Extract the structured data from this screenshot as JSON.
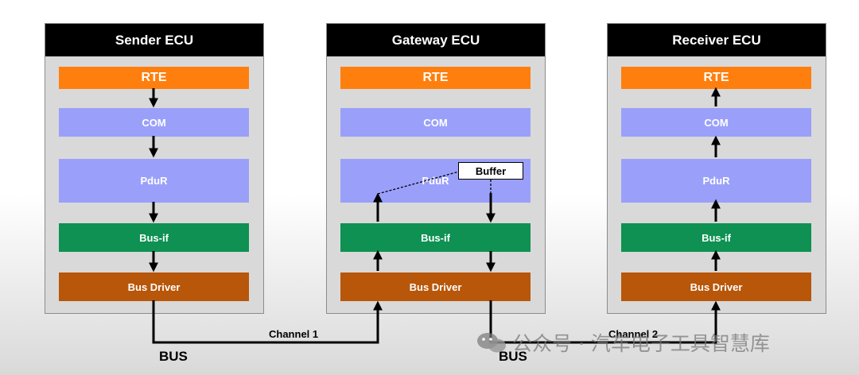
{
  "ecus": {
    "sender": {
      "title": "Sender ECU",
      "layers": {
        "rte": "RTE",
        "com": "COM",
        "pdur": "PduR",
        "busif": "Bus-if",
        "busdrv": "Bus Driver"
      }
    },
    "gateway": {
      "title": "Gateway ECU",
      "layers": {
        "rte": "RTE",
        "com": "COM",
        "pdur": "PduR",
        "busif": "Bus-if",
        "busdrv": "Bus Driver"
      },
      "buffer": "Buffer"
    },
    "receiver": {
      "title": "Receiver ECU",
      "layers": {
        "rte": "RTE",
        "com": "COM",
        "pdur": "PduR",
        "busif": "Bus-if",
        "busdrv": "Bus Driver"
      }
    }
  },
  "bus": {
    "left_label": "BUS",
    "right_label": "BUS",
    "channel1": "Channel 1",
    "channel2": "Channel 2"
  },
  "watermark": {
    "text": "公众号 · 汽车电子工具智慧库"
  },
  "colors": {
    "rte": "#ff7f0e",
    "com": "#9aa0fa",
    "pdur": "#9aa0fa",
    "busif": "#0e9152",
    "busdrv": "#b8560a",
    "ecu_bg": "#d9d9d9",
    "title_bg": "#000000"
  }
}
